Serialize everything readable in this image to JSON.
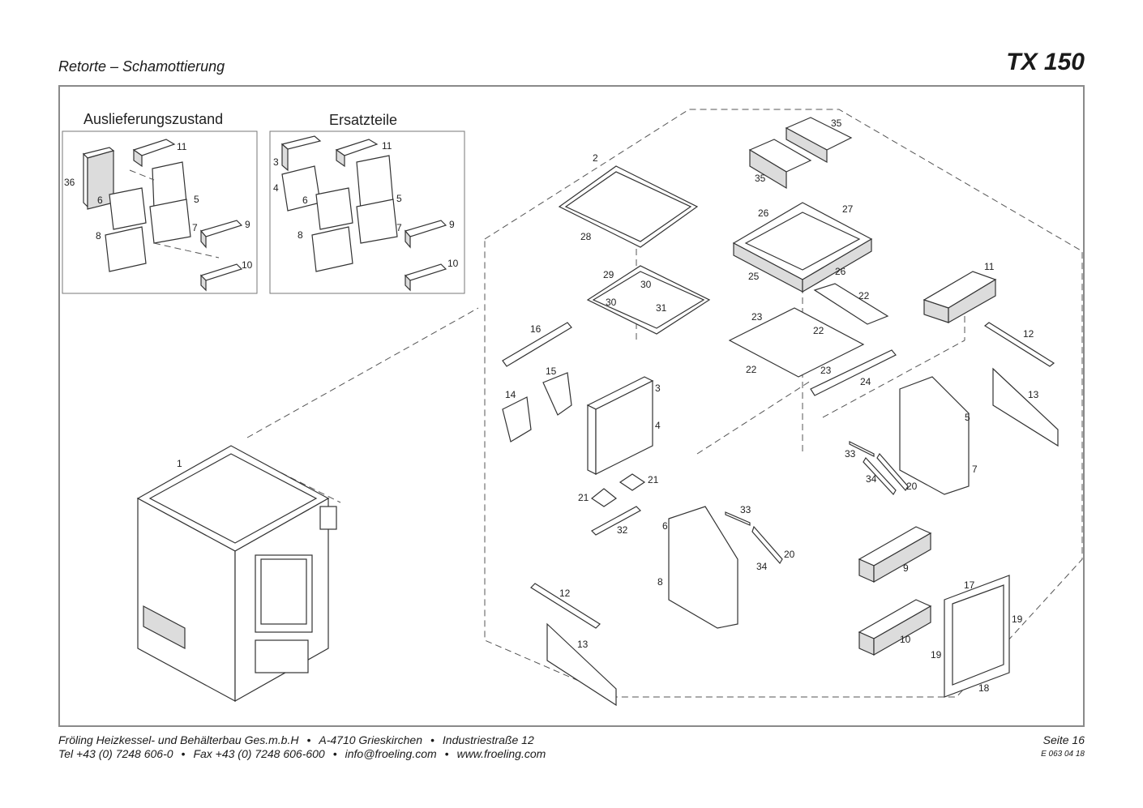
{
  "header": {
    "title": "Retorte – Schamottierung",
    "model": "TX 150"
  },
  "sections": {
    "delivery": "Auslieferungszustand",
    "spares": "Ersatzteile"
  },
  "labels": {
    "n1": "1",
    "n2": "2",
    "n3": "3",
    "n4": "4",
    "n5": "5",
    "n6": "6",
    "n7": "7",
    "n8": "8",
    "n9": "9",
    "n10": "10",
    "n11": "11",
    "n12": "12",
    "n13": "13",
    "n14": "14",
    "n15": "15",
    "n16": "16",
    "n17": "17",
    "n18": "18",
    "n19": "19",
    "n20": "20",
    "n21": "21",
    "n22": "22",
    "n23": "23",
    "n24": "24",
    "n25": "25",
    "n26": "26",
    "n27": "27",
    "n28": "28",
    "n29": "29",
    "n30": "30",
    "n31": "31",
    "n32": "32",
    "n33": "33",
    "n34": "34",
    "n35": "35",
    "n36": "36"
  },
  "footer": {
    "company": "Fröling Heizkessel- und Behälterbau Ges.m.b.H",
    "city": "A-4710 Grieskirchen",
    "street": "Industriestraße 12",
    "tel": "Tel +43 (0) 7248 606-0",
    "fax": "Fax +43 (0) 7248 606-600",
    "email": "info@froeling.com",
    "web": "www.froeling.com",
    "page": "Seite 16",
    "code": "E 063 04 18",
    "separator": "•"
  }
}
